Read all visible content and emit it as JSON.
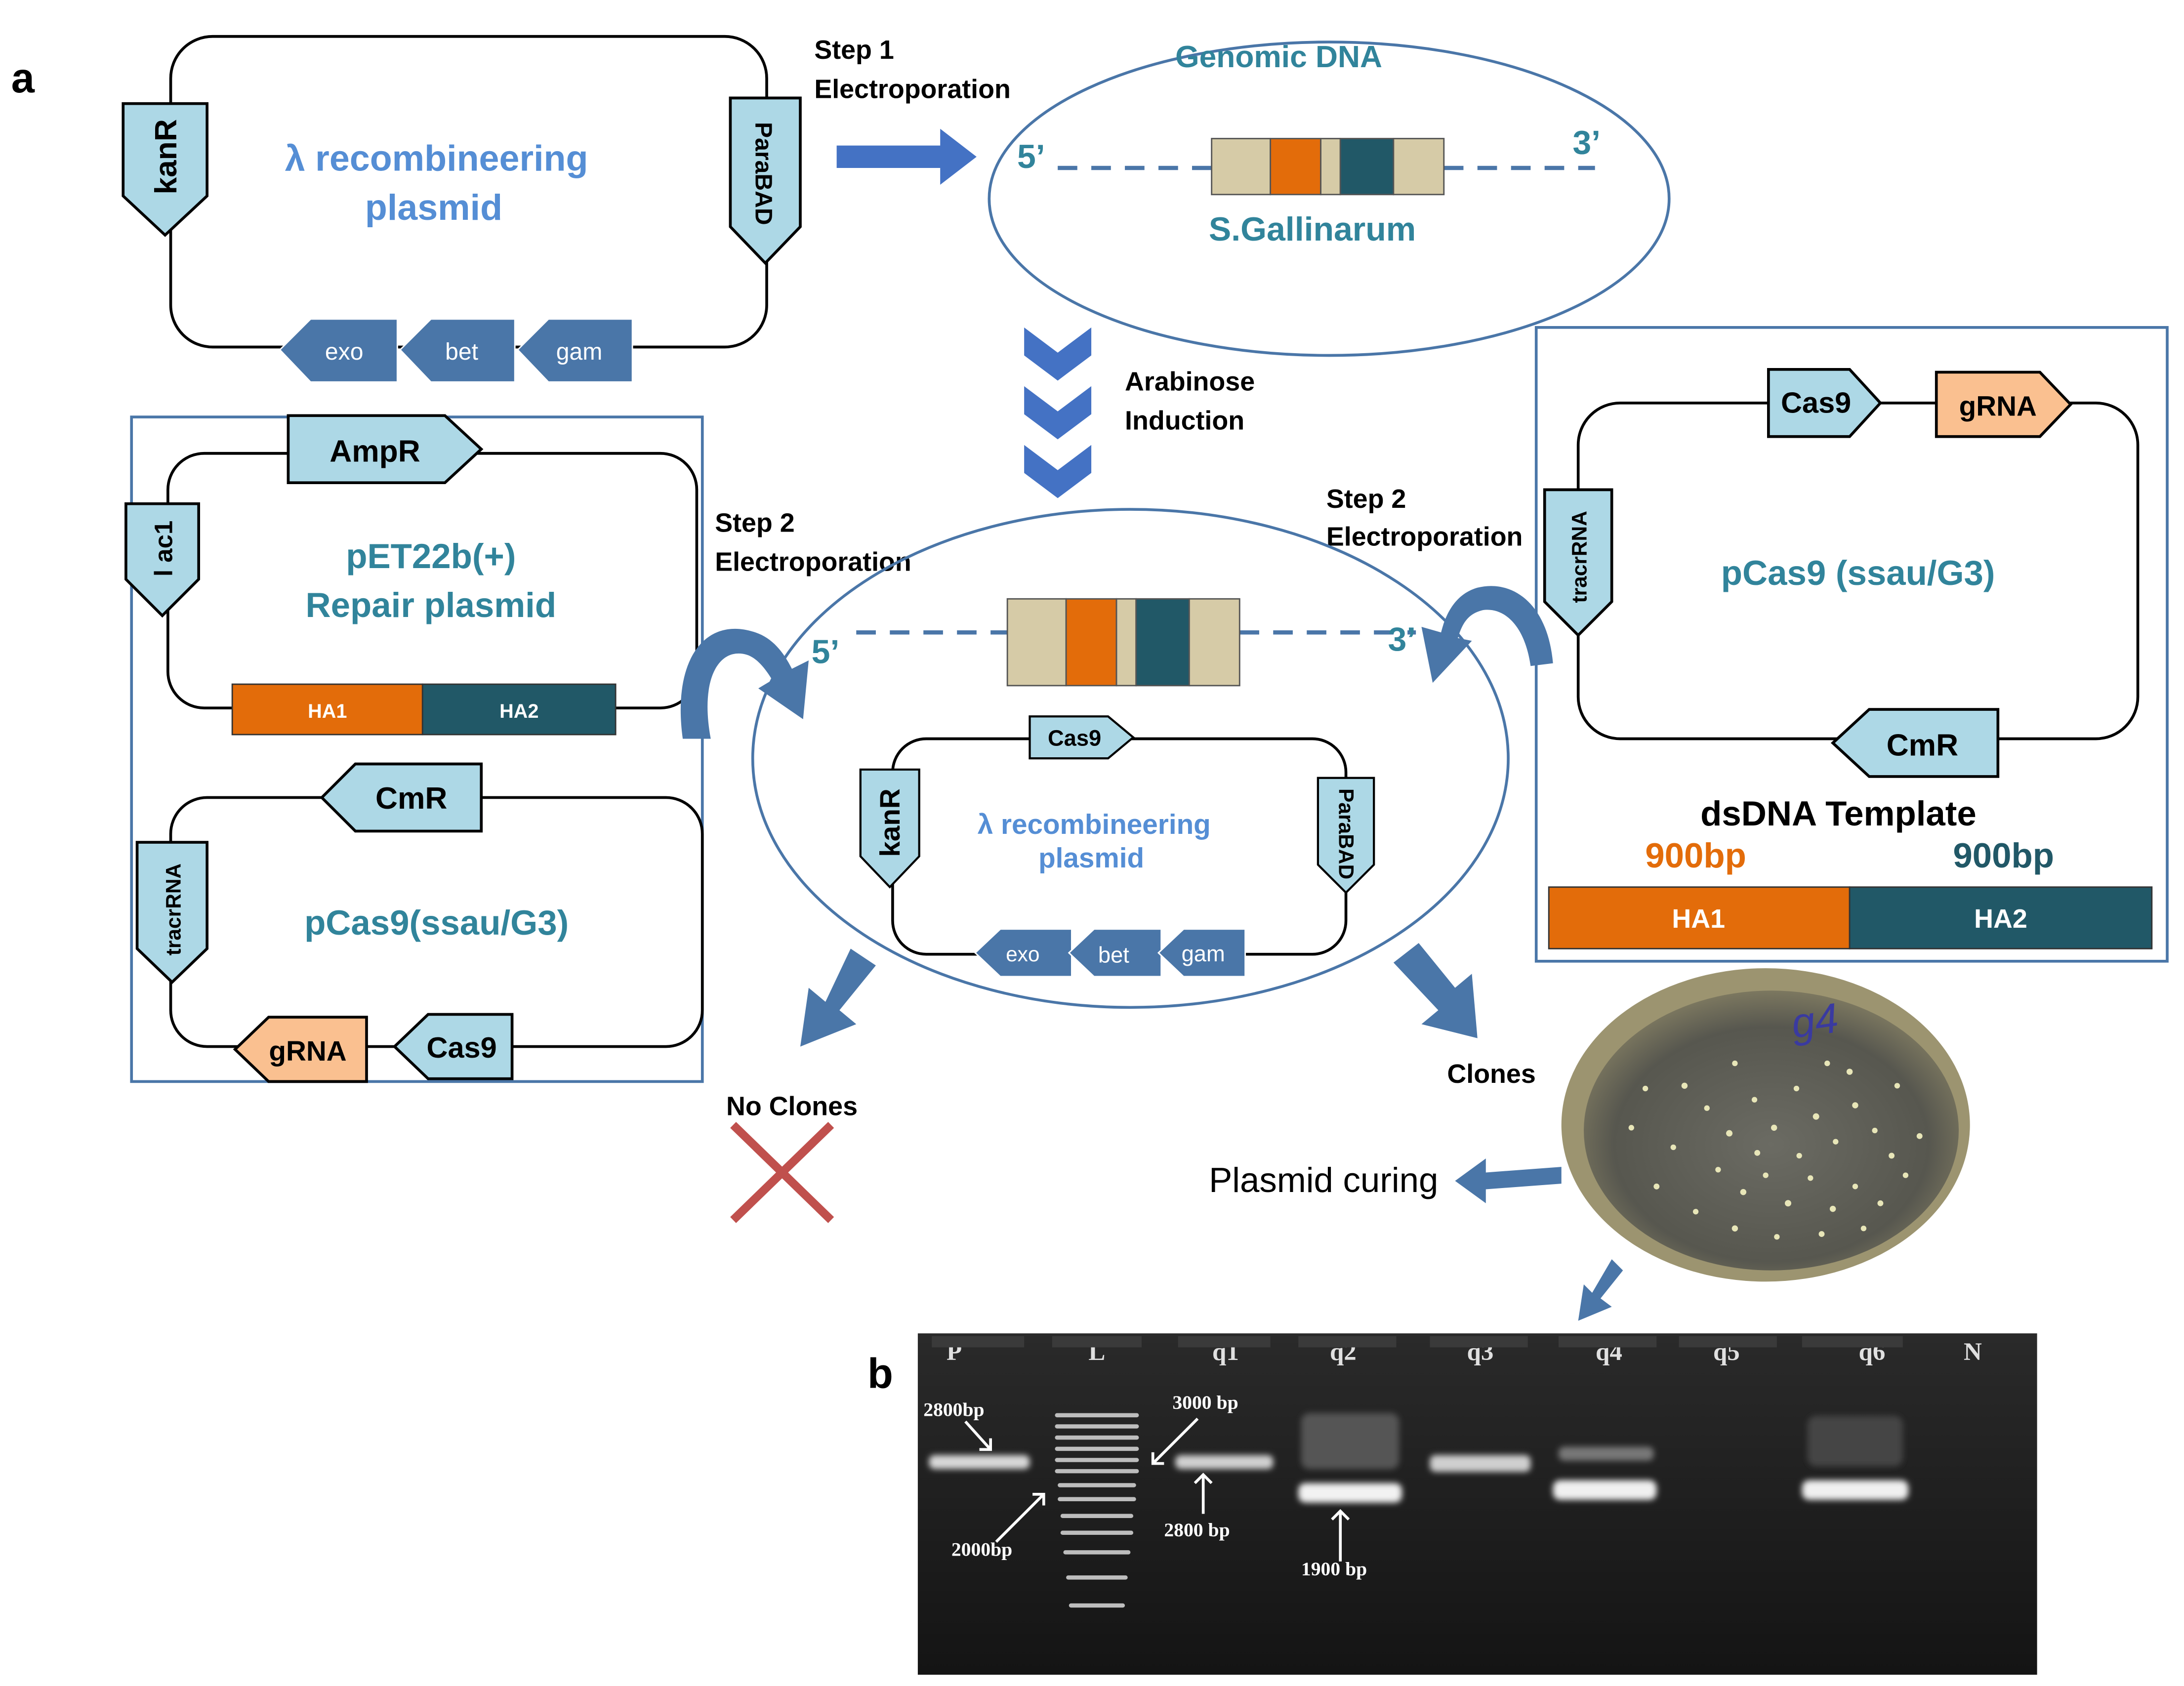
{
  "panel_labels": {
    "a": "a",
    "b": "b"
  },
  "colors": {
    "line": "#000000",
    "box_fill": "#add8e6",
    "arrow_blue": "#4472c4",
    "arrow_dark": "#4a76a8",
    "teal_text": "#31849b",
    "light_blue_text": "#558ed5",
    "orange": "#e36c0a",
    "dark_teal": "#215867",
    "beige": "#d6cba7",
    "peach": "#fac090",
    "cross": "#c0504d"
  },
  "plasmid_lambda": {
    "title_line1": "λ recombineering",
    "title_line2": "plasmid",
    "kanR": "kanR",
    "paraBAD": "ParaBAD",
    "exo": "exo",
    "bet": "bet",
    "gam": "gam"
  },
  "step1": {
    "line1": "Step 1",
    "line2": "Electroporation"
  },
  "genomic": {
    "title": "Genomic DNA",
    "five_prime": "5’",
    "three_prime": "3’",
    "strain": "S.Gallinarum"
  },
  "arabinose": {
    "line1": "Arabinose",
    "line2": "Induction"
  },
  "repair_box": {
    "ampR": "AmpR",
    "lac": "l ac1",
    "title_line1": "pET22b(+)",
    "title_line2": "Repair plasmid",
    "ha1": "HA1",
    "ha2": "HA2",
    "cmR": "CmR",
    "tracrRNA": "tracrRNA",
    "pcas9_title": "pCas9(ssau/G3)",
    "gRNA": "gRNA",
    "cas9": "Cas9"
  },
  "step2_left": {
    "line1": "Step 2",
    "line2": "Electroporation"
  },
  "step2_right": {
    "line1": "Step 2",
    "line2": "Electroporation"
  },
  "center_cell": {
    "five_prime": "5’",
    "three_prime": "3’",
    "cas9": "Cas9",
    "kanR": "kanR",
    "paraBAD": "ParaBAD",
    "title_line1": "λ recombineering",
    "title_line2": "plasmid",
    "exo": "exo",
    "bet": "bet",
    "gam": "gam"
  },
  "right_box": {
    "cas9": "Cas9",
    "gRNA": "gRNA",
    "tracrRNA": "tracrRNA",
    "title": "pCas9 (ssau/G3)",
    "cmR": "CmR",
    "template_title": "dsDNA Template",
    "bp_left": "900bp",
    "bp_right": "900bp",
    "ha1": "HA1",
    "ha2": "HA2"
  },
  "outcomes": {
    "no_clones": "No Clones",
    "clones": "Clones",
    "plasmid_curing": "Plasmid curing",
    "plate_label": "g4"
  },
  "gel": {
    "lanes": [
      "P",
      "L",
      "q1",
      "q2",
      "q3",
      "q4",
      "q5",
      "q6",
      "N"
    ],
    "label_2800_left": "2800bp",
    "label_2000": "2000bp",
    "label_3000": "3000 bp",
    "label_2800": "2800 bp",
    "label_1900": "1900 bp"
  }
}
